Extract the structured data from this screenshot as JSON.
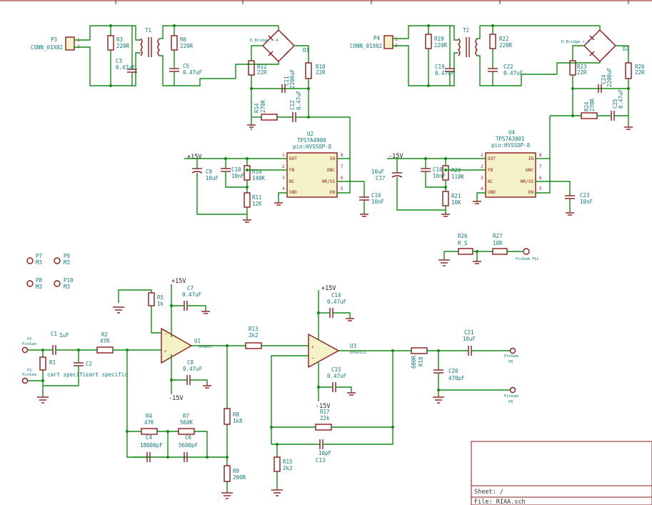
{
  "power_supply_1": {
    "connector": {
      "ref": "P3",
      "value": "CONN_01X02",
      "pins": [
        "1",
        "2"
      ]
    },
    "transformer": {
      "ref": "T1"
    },
    "r3": {
      "ref": "R3",
      "value": "220R"
    },
    "c3": {
      "ref": "C3",
      "value": "0.47uF"
    },
    "r6": {
      "ref": "R6",
      "value": "220R"
    },
    "c5": {
      "ref": "C5",
      "value": "0.47uF"
    },
    "bridge": {
      "ref": "D1",
      "label": "D_Bridge_+-A"
    },
    "r12": {
      "ref": "R12",
      "value": "22R"
    },
    "c11": {
      "ref": "C11",
      "value": "2200uF"
    },
    "r10": {
      "ref": "R10",
      "value": "22R"
    },
    "r14": {
      "ref": "R14",
      "value": "270R"
    },
    "c12": {
      "ref": "C12",
      "value": "0.47uF"
    },
    "regulator": {
      "ref": "U2",
      "value": "TPS7A4900",
      "package": "pin:HVSSOP-8",
      "pins_left": [
        "OUT",
        "FB",
        "NC",
        "GND"
      ],
      "pins_right": [
        "IN",
        "DNC",
        "NR/SS",
        "EN"
      ],
      "nums_left": [
        "1",
        "2",
        "3",
        "4"
      ],
      "nums_right": [
        "8",
        "7",
        "6",
        "5"
      ]
    },
    "rail": "+15V",
    "c9": {
      "ref": "C9",
      "value": "10uF"
    },
    "c10": {
      "ref": "C10",
      "value": "10nF"
    },
    "r10b": {
      "ref": "R10",
      "value": "140K"
    },
    "r11": {
      "ref": "R11",
      "value": "12K"
    },
    "c16": {
      "ref": "C16",
      "value": "10nF"
    }
  },
  "power_supply_2": {
    "connector": {
      "ref": "P4",
      "value": "CONN_01X02",
      "pins": [
        "1",
        "2"
      ]
    },
    "transformer": {
      "ref": "T2"
    },
    "r19": {
      "ref": "R19",
      "value": "220R"
    },
    "c19": {
      "ref": "C19",
      "value": "0.47uF"
    },
    "r22": {
      "ref": "R22",
      "value": "220R"
    },
    "c22": {
      "ref": "C22",
      "value": "0.47uF"
    },
    "bridge": {
      "ref": "D2",
      "label": "D_Bridge_+-A"
    },
    "r23": {
      "ref": "R23",
      "value": "22R"
    },
    "c24": {
      "ref": "C24",
      "value": "2200uF"
    },
    "r26": {
      "ref": "R26",
      "value": "22R"
    },
    "r24": {
      "ref": "R24",
      "value": "270R"
    },
    "c25": {
      "ref": "C25",
      "value": "0.47uF"
    },
    "regulator": {
      "ref": "U4",
      "value": "TPS7A3001",
      "package": "pin:HVSSOP-8",
      "pins_left": [
        "OUT",
        "FB",
        "NC",
        "GND"
      ],
      "pins_right": [
        "IN",
        "DNC",
        "NR/SS",
        "EN"
      ],
      "nums_left": [
        "1",
        "2",
        "3",
        "4"
      ],
      "nums_right": [
        "8",
        "7",
        "6",
        "5"
      ]
    },
    "rail": "-15V",
    "c17": {
      "ref": "C17",
      "value": "10uF"
    },
    "c18": {
      "ref": "C18",
      "value": "10nF"
    },
    "r20": {
      "ref": "R20",
      "value": "118K"
    },
    "r21": {
      "ref": "R21",
      "value": "10K"
    },
    "c23": {
      "ref": "C23",
      "value": "10nF"
    }
  },
  "ground_link": {
    "r26": {
      "ref": "R26",
      "value": "R_S"
    },
    "r27": {
      "ref": "R27",
      "value": "10R"
    },
    "jack": "PinSam FLL"
  },
  "mounting": [
    {
      "ref": "P7",
      "value": "M3"
    },
    {
      "ref": "P9",
      "value": "M3"
    },
    {
      "ref": "P8",
      "value": "M3"
    },
    {
      "ref": "P10",
      "value": "M3"
    }
  ],
  "riaa": {
    "p2": {
      "ref": "P2",
      "label": "PinSam"
    },
    "p1": {
      "ref": "P1",
      "label": "PinSam"
    },
    "c1": {
      "ref": "C1",
      "value": "1uF"
    },
    "r1": {
      "ref": "R1"
    },
    "c2": {
      "ref": "C2",
      "value": "cart specific"
    },
    "r1_value": "cart specific",
    "r2": {
      "ref": "R2",
      "value": "47R"
    },
    "r5": {
      "ref": "R5",
      "value": "1k"
    },
    "c7": {
      "ref": "C7",
      "value": "0.47uF"
    },
    "rail_pos_1": "+15V",
    "rail_neg_1": "-15V",
    "u1": {
      "ref": "U1",
      "value": "OPA627"
    },
    "c8": {
      "ref": "C8",
      "value": "0.47uF"
    },
    "r4": {
      "ref": "R4",
      "value": "47K"
    },
    "r7": {
      "ref": "R7",
      "value": "560K"
    },
    "c4": {
      "ref": "C4",
      "value": "18000pF"
    },
    "c6": {
      "ref": "C6",
      "value": "5600pF"
    },
    "r8": {
      "ref": "R8",
      "value": "1k8"
    },
    "r9": {
      "ref": "R9",
      "value": "200R"
    },
    "r13": {
      "ref": "R13",
      "value": "2k2"
    },
    "rail_pos_2": "+15V",
    "c14": {
      "ref": "C14",
      "value": "0.47uF"
    },
    "u3": {
      "ref": "U3",
      "value": "OPA1611"
    },
    "c15": {
      "ref": "C15",
      "value": "0.47uF"
    },
    "rail_neg_2": "-15V",
    "r17": {
      "ref": "R17",
      "value": "22k"
    },
    "c13": {
      "ref": "C13",
      "value": "10pF"
    },
    "r15": {
      "ref": "R15",
      "value": "2k2"
    },
    "r18": {
      "ref": "R18",
      "value": "600R"
    },
    "c21": {
      "ref": "C21",
      "value": "10uF"
    },
    "c20": {
      "ref": "C20",
      "value": "470pF"
    },
    "p5": {
      "ref": "P5",
      "label": "PinSam"
    },
    "p6": {
      "ref": "P6",
      "label": "PinSam"
    }
  },
  "title_block": {
    "sheet": "Sheet: /",
    "file": "File: RIAA.sch"
  }
}
